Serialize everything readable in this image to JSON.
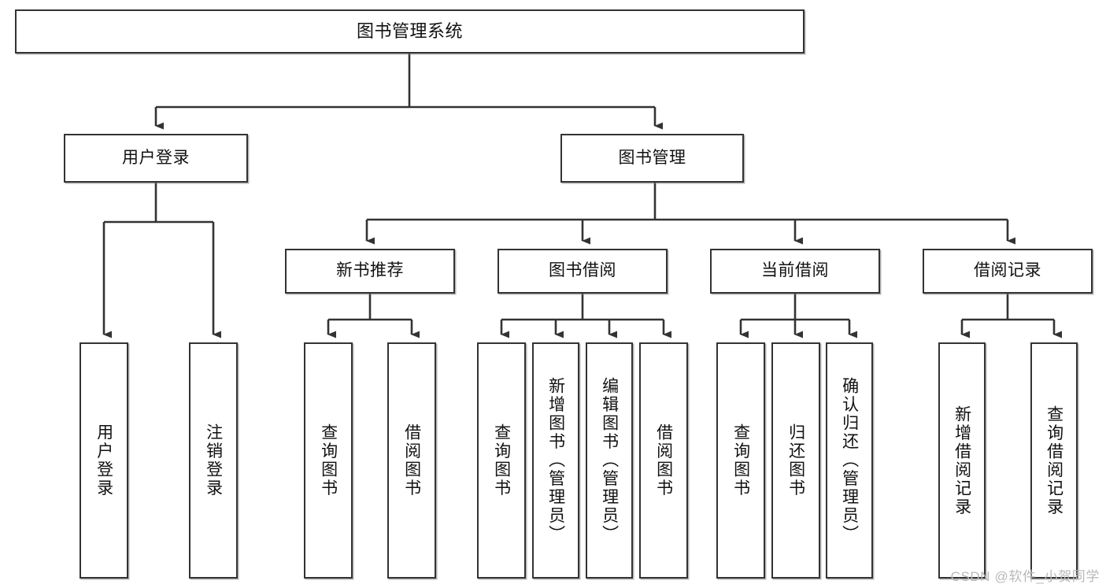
{
  "diagram": {
    "title": "图书管理系统",
    "watermark": "CSDN @软件_小贺同学",
    "type": "tree-diagram",
    "nodes": {
      "root": {
        "label": "图书管理系统"
      },
      "level2": [
        {
          "id": "user-login",
          "label": "用户登录"
        },
        {
          "id": "book-manage",
          "label": "图书管理"
        }
      ],
      "level3": [
        {
          "id": "new-book-recommend",
          "label": "新书推荐"
        },
        {
          "id": "book-borrow",
          "label": "图书借阅"
        },
        {
          "id": "current-borrow",
          "label": "当前借阅"
        },
        {
          "id": "borrow-record",
          "label": "借阅记录"
        }
      ],
      "leaves": [
        {
          "id": "leaf-user-login",
          "label": "用户登录"
        },
        {
          "id": "leaf-logout-login",
          "label": "注销登录"
        },
        {
          "id": "leaf-query-book-1",
          "label": "查询图书"
        },
        {
          "id": "leaf-borrow-book-1",
          "label": "借阅图书"
        },
        {
          "id": "leaf-query-book-2",
          "label": "查询图书"
        },
        {
          "id": "leaf-add-book",
          "label": "新增图书（管理员）"
        },
        {
          "id": "leaf-edit-book",
          "label": "编辑图书（管理员）"
        },
        {
          "id": "leaf-borrow-book-2",
          "label": "借阅图书"
        },
        {
          "id": "leaf-query-book-3",
          "label": "查询图书"
        },
        {
          "id": "leaf-return-book",
          "label": "归还图书"
        },
        {
          "id": "leaf-confirm-return",
          "label": "确认归还（管理员）"
        },
        {
          "id": "leaf-add-record",
          "label": "新增借阅记录"
        },
        {
          "id": "leaf-query-record",
          "label": "查询借阅记录"
        }
      ]
    },
    "colors": {
      "stroke": "#333333",
      "fill": "#ffffff",
      "text": "#111111",
      "watermark": "#b9b9b9"
    }
  }
}
